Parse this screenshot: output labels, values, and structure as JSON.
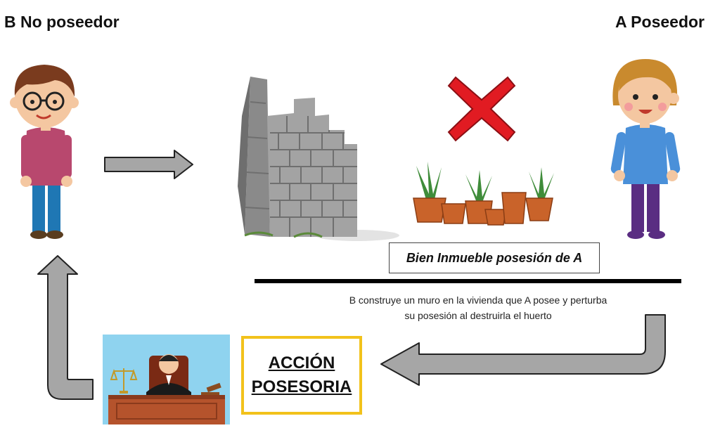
{
  "parties": {
    "left_title": "B No poseedor",
    "right_title": "A Poseedor"
  },
  "bien_label": "Bien Inmueble posesión de A",
  "description": {
    "line1": "B construye un muro en la vivienda que A posee y perturba",
    "line2": "su posesión al destruirla el huerto"
  },
  "accion": {
    "line1": "ACCIÓN",
    "line2": "POSESORIA"
  },
  "colors": {
    "arrow_fill": "#a6a6a6",
    "cross": "#e11b22",
    "accion_border": "#f2c21b",
    "judge_bg": "#8fd3ef"
  }
}
